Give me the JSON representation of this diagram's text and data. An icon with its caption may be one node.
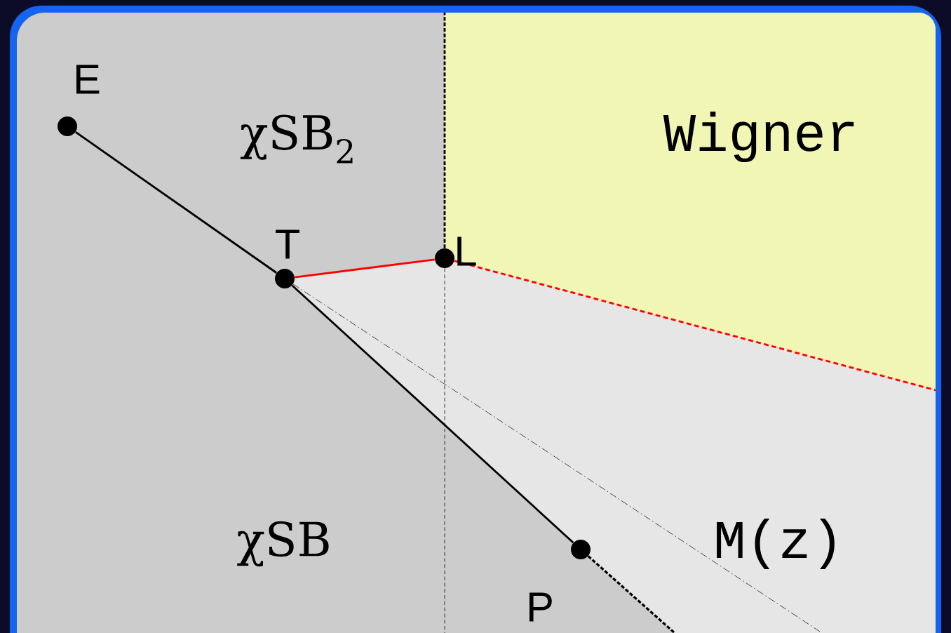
{
  "diagram": {
    "nodes": [
      {
        "text": [],
        "shape": "circle",
        "beside": [
          "E"
        ]
      },
      {
        "text": [],
        "shape": "circle",
        "beside": [
          "T"
        ]
      },
      {
        "text": [],
        "shape": "circle",
        "beside": [
          "L"
        ]
      },
      {
        "text": [],
        "shape": "circle",
        "beside": [
          "P"
        ]
      }
    ],
    "edges": [
      {
        "from": 0,
        "to": 1,
        "arrow": "none"
      },
      {
        "from": 1,
        "to": 2,
        "arrow": "none",
        "color": "#ff0000"
      },
      {
        "from": 1,
        "to": 3,
        "arrow": "none"
      },
      {
        "from": 2,
        "to": null,
        "arrow": "none",
        "style": "dashed"
      },
      {
        "from": 2,
        "to": null,
        "arrow": "none",
        "style": "dashed",
        "color": "#ff0000"
      },
      {
        "from": 2,
        "to": null,
        "arrow": "none",
        "style": "dashed"
      },
      {
        "from": 3,
        "to": null,
        "arrow": "none",
        "style": "dashed"
      },
      {
        "from": 1,
        "to": null,
        "arrow": "none",
        "style": "dashed"
      }
    ],
    "labels": [
      "χSB$_{2}$",
      "Wigner",
      "χSB",
      "M(z)"
    ]
  }
}
